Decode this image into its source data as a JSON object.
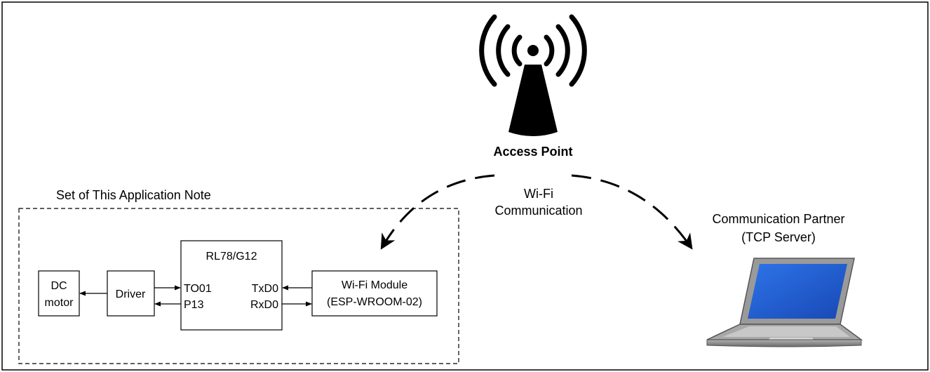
{
  "access_point": {
    "label": "Access Point"
  },
  "wifi_link": {
    "line1": "Wi-Fi",
    "line2": "Communication"
  },
  "partner": {
    "line1": "Communication Partner",
    "line2": "(TCP Server)"
  },
  "app_set": {
    "title": "Set of This Application Note"
  },
  "blocks": {
    "dc_motor": {
      "line1": "DC",
      "line2": "motor"
    },
    "driver": {
      "label": "Driver"
    },
    "mcu": {
      "title": "RL78/G12",
      "pin_to01": "TO01",
      "pin_p13": "P13",
      "pin_txd0": "TxD0",
      "pin_rxd0": "RxD0"
    },
    "wifi_module": {
      "line1": "Wi-Fi Module",
      "line2": "(ESP-WROOM-02)"
    }
  },
  "colors": {
    "laptop_screen": "#1f5fd0",
    "laptop_body": "#8a8a8a"
  }
}
